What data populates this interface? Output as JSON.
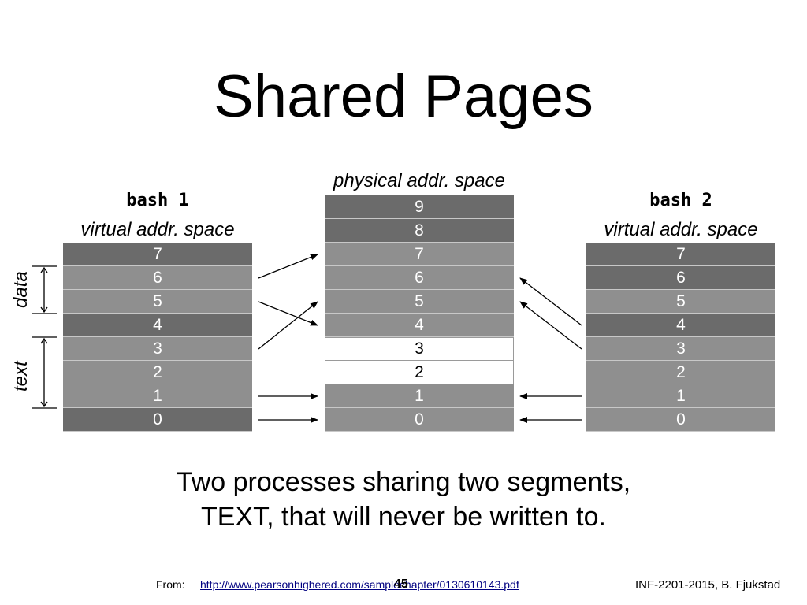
{
  "title": "Shared Pages",
  "left": {
    "process": "bash 1",
    "space_label": "virtual addr. space",
    "cells": [
      {
        "label": "7",
        "shade": "dark"
      },
      {
        "label": "6",
        "shade": "mid"
      },
      {
        "label": "5",
        "shade": "mid"
      },
      {
        "label": "4",
        "shade": "dark"
      },
      {
        "label": "3",
        "shade": "mid"
      },
      {
        "label": "2",
        "shade": "mid"
      },
      {
        "label": "1",
        "shade": "mid"
      },
      {
        "label": "0",
        "shade": "dark"
      }
    ],
    "segments": {
      "data": "data",
      "text": "text"
    }
  },
  "middle": {
    "space_label": "physical addr. space",
    "cells": [
      {
        "label": "9",
        "shade": "dark"
      },
      {
        "label": "8",
        "shade": "dark"
      },
      {
        "label": "7",
        "shade": "mid"
      },
      {
        "label": "6",
        "shade": "mid"
      },
      {
        "label": "5",
        "shade": "mid"
      },
      {
        "label": "4",
        "shade": "mid"
      },
      {
        "label": "3",
        "shade": "white"
      },
      {
        "label": "2",
        "shade": "white"
      },
      {
        "label": "1",
        "shade": "mid"
      },
      {
        "label": "0",
        "shade": "mid"
      }
    ]
  },
  "right": {
    "process": "bash 2",
    "space_label": "virtual addr. space",
    "cells": [
      {
        "label": "7",
        "shade": "dark"
      },
      {
        "label": "6",
        "shade": "dark"
      },
      {
        "label": "5",
        "shade": "mid"
      },
      {
        "label": "4",
        "shade": "dark"
      },
      {
        "label": "3",
        "shade": "mid"
      },
      {
        "label": "2",
        "shade": "mid"
      },
      {
        "label": "1",
        "shade": "mid"
      },
      {
        "label": "0",
        "shade": "mid"
      }
    ]
  },
  "mappings": {
    "left_to_physical": [
      [
        6,
        7
      ],
      [
        5,
        4
      ],
      [
        3,
        5
      ],
      [
        1,
        1
      ],
      [
        0,
        0
      ]
    ],
    "right_to_physical": [
      [
        4,
        6
      ],
      [
        3,
        5
      ],
      [
        1,
        1
      ],
      [
        0,
        0
      ]
    ]
  },
  "caption": {
    "line1": "Two processes sharing two segments,",
    "line2": "TEXT, that will never be written to."
  },
  "footer": {
    "from_label": "From:",
    "link": "http://www.pearsonhighered.com/samplechapter/0130610143.pdf",
    "page_number": "45",
    "credit": "INF-2201-2015, B. Fjukstad"
  }
}
